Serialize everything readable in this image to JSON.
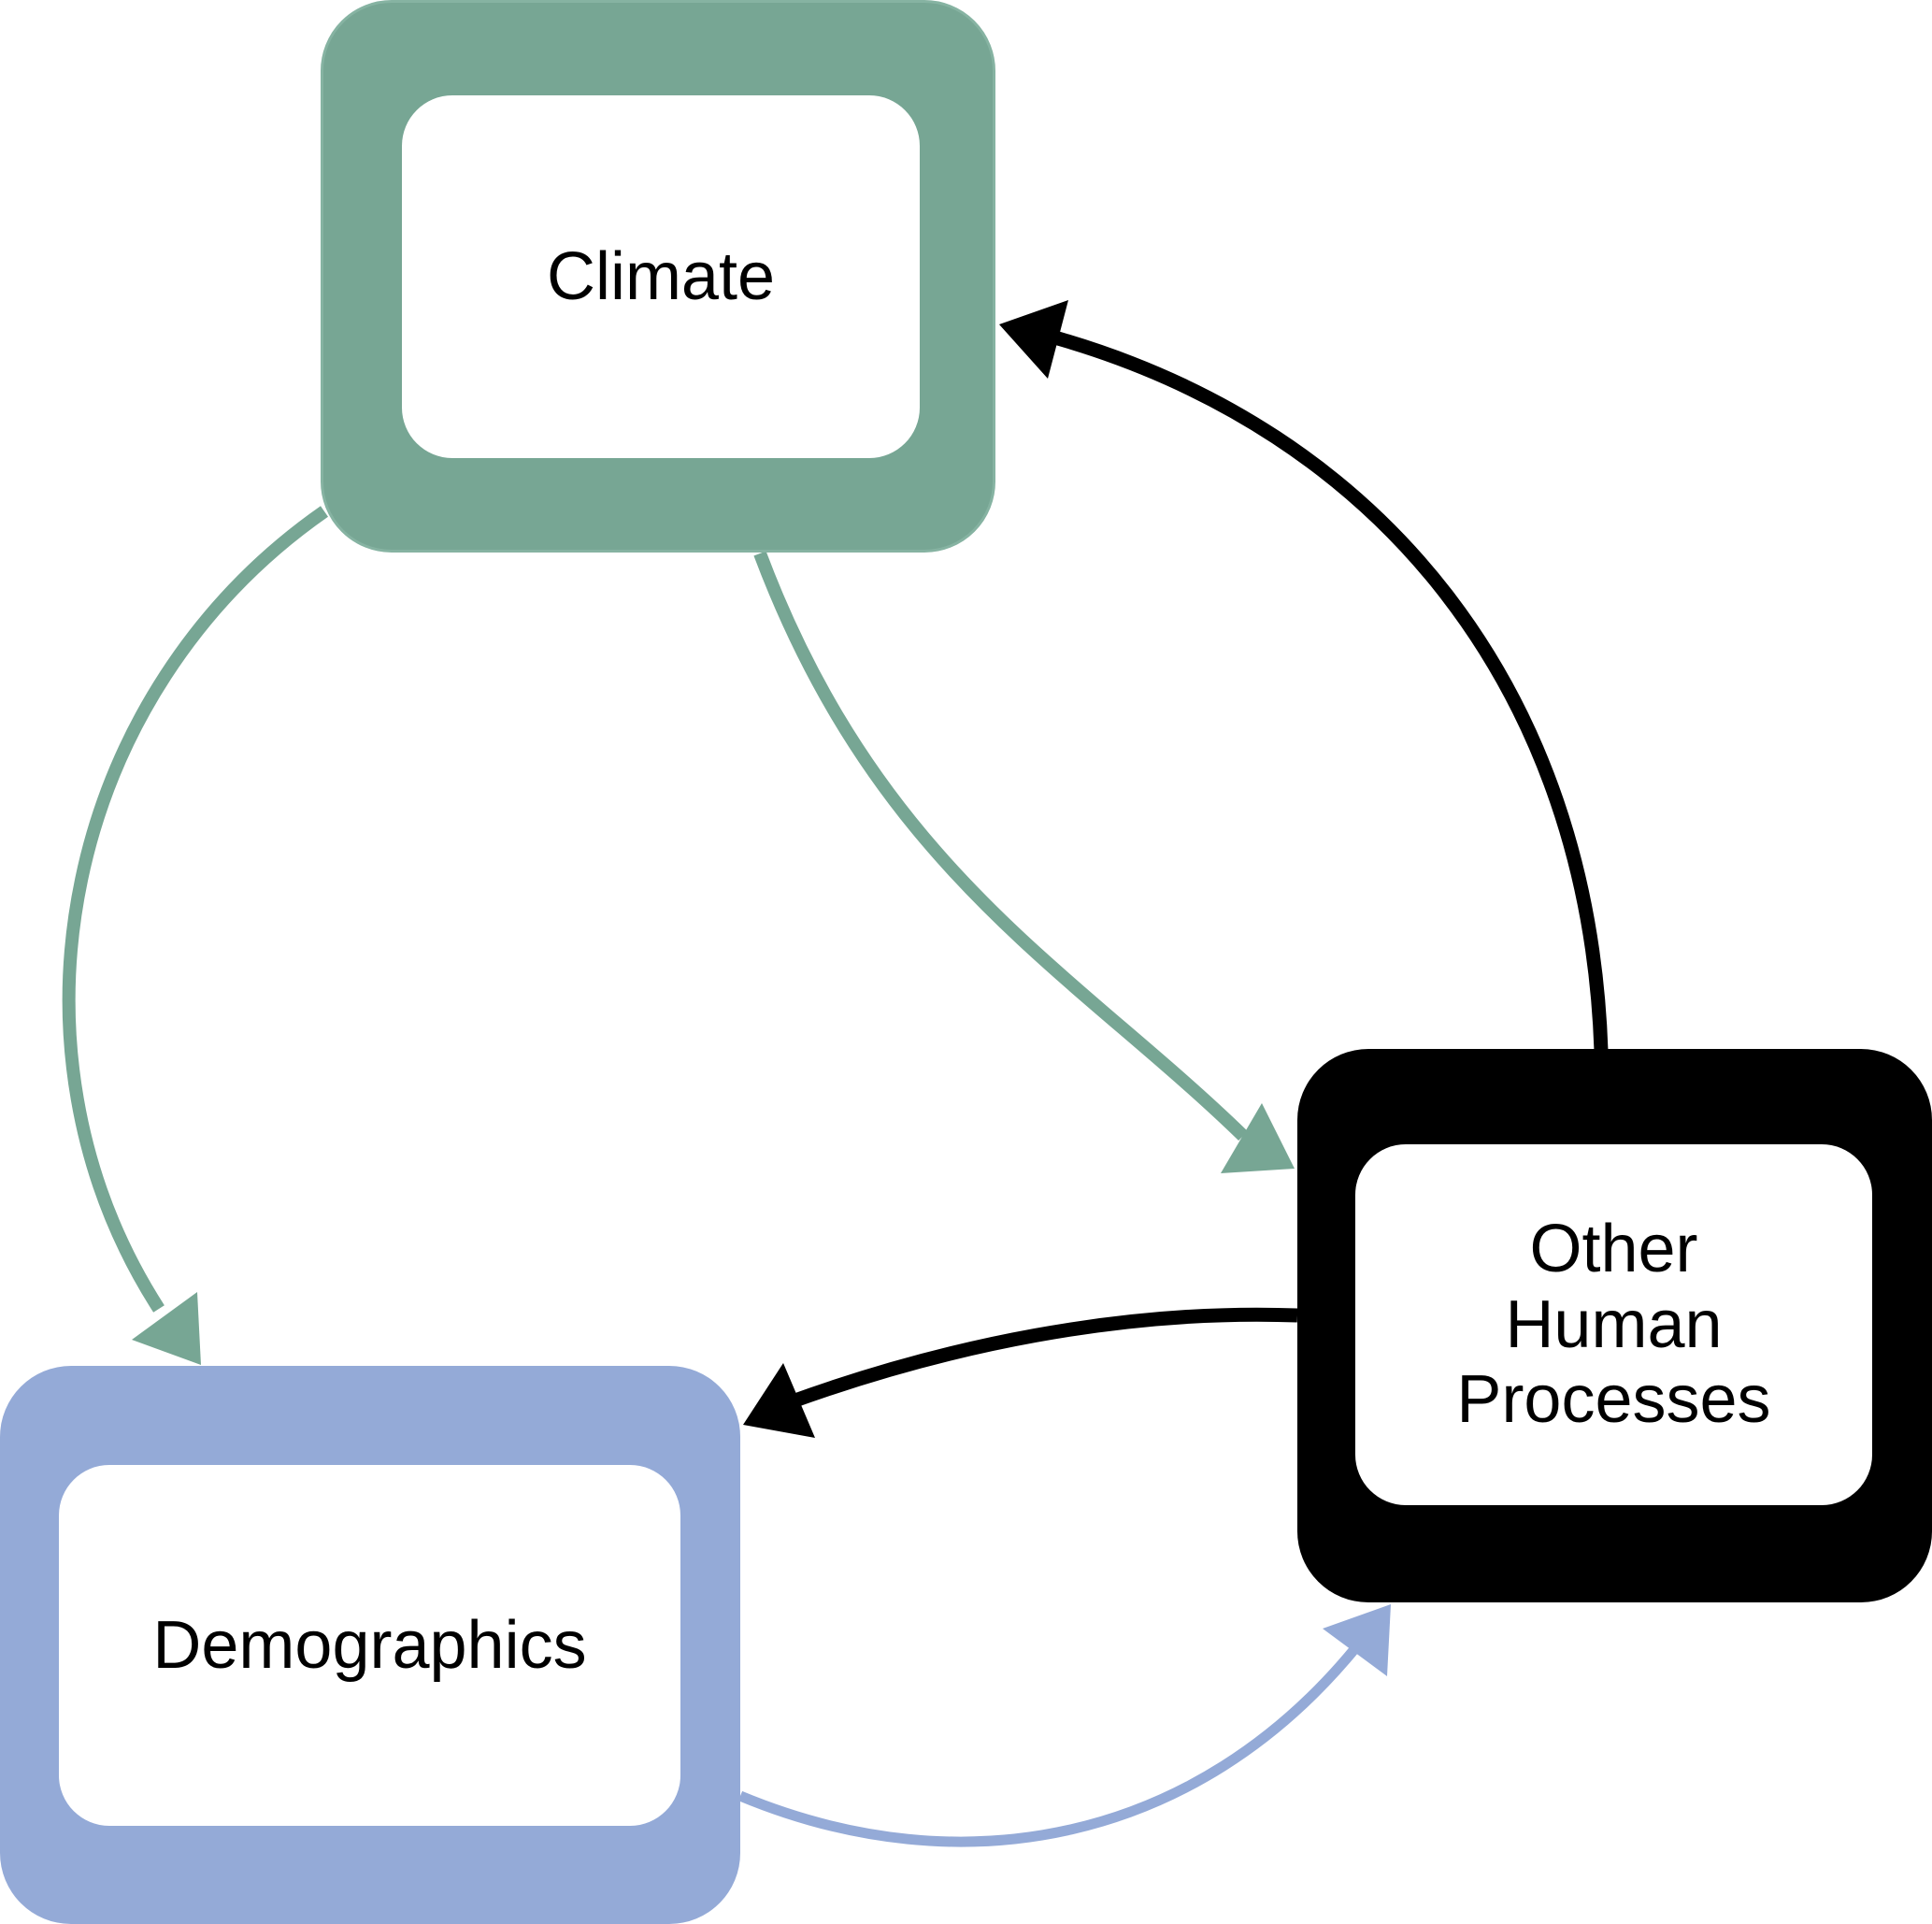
{
  "colors": {
    "climate": "#77a694",
    "demographics": "#94aad7",
    "other_human_processes": "#000000",
    "inner_fill": "#ffffff"
  },
  "nodes": {
    "climate": {
      "label": "Climate"
    },
    "other_human_processes": {
      "label": "Other\nHuman\nProcesses"
    },
    "demographics": {
      "label": "Demographics"
    }
  },
  "edges": [
    {
      "from": "climate",
      "to": "demographics",
      "color_key": "climate"
    },
    {
      "from": "climate",
      "to": "other_human_processes",
      "color_key": "climate"
    },
    {
      "from": "other_human_processes",
      "to": "climate",
      "color_key": "other_human_processes"
    },
    {
      "from": "other_human_processes",
      "to": "demographics",
      "color_key": "other_human_processes"
    },
    {
      "from": "demographics",
      "to": "other_human_processes",
      "color_key": "demographics"
    }
  ]
}
